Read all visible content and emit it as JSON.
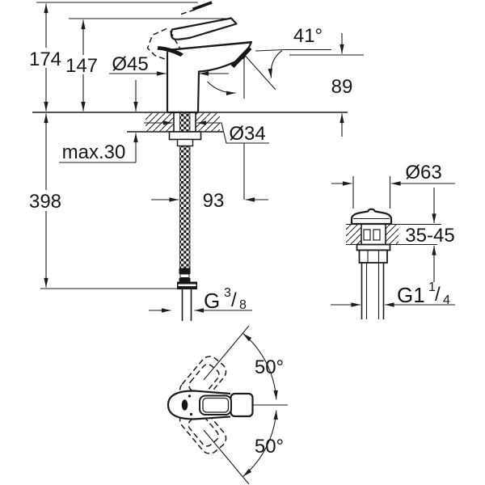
{
  "drawing": {
    "background": "#ffffff",
    "line_color": "#1c1c1c",
    "views": {
      "faucet_side": {
        "name": "faucet side view with mounting dimensions",
        "dimensions": {
          "overall_height": "174",
          "height_open_lever": "147",
          "body_diameter": "Ø45",
          "aerator_angle": "41°",
          "aerator_height": "89",
          "mounting_thickness": "max.30",
          "hole_diameter": "Ø34",
          "hose_length": "398",
          "projection": "93",
          "supply_thread": {
            "prefix": "G",
            "numerator": "3",
            "slash": "/",
            "denominator": "8"
          }
        }
      },
      "waste_valve": {
        "name": "pop-up waste valve view",
        "dimensions": {
          "flange_diameter": "Ø63",
          "deck_thickness_range": "35-45",
          "waste_thread": {
            "prefix": "G1",
            "numerator": "1",
            "slash": "/",
            "denominator": "4"
          }
        }
      },
      "faucet_top": {
        "name": "faucet top view with handle swivel range",
        "dimensions": {
          "handle_swing_upper": "50°",
          "handle_swing_lower": "50°"
        }
      }
    }
  }
}
